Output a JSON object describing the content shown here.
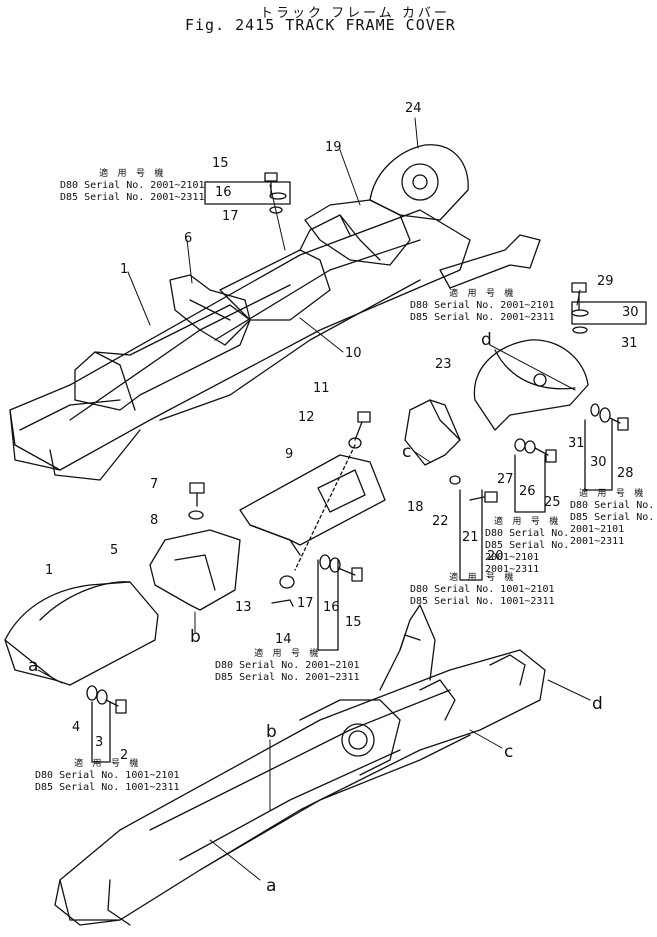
{
  "title": {
    "japanese": "トラック フレーム カバー",
    "english": "Fig.  2415 TRACK FRAME COVER"
  },
  "callouts": [
    {
      "id": "c15a",
      "text": "15"
    },
    {
      "id": "c16a",
      "text": "16"
    },
    {
      "id": "c17a",
      "text": "17"
    },
    {
      "id": "c19",
      "text": "19"
    },
    {
      "id": "c24",
      "text": "24"
    },
    {
      "id": "c6",
      "text": "6"
    },
    {
      "id": "c1a",
      "text": "1"
    },
    {
      "id": "c10",
      "text": "10"
    },
    {
      "id": "c29",
      "text": "29"
    },
    {
      "id": "c30a",
      "text": "30"
    },
    {
      "id": "c31a",
      "text": "31"
    },
    {
      "id": "c23",
      "text": "23"
    },
    {
      "id": "c11",
      "text": "11"
    },
    {
      "id": "c12",
      "text": "12"
    },
    {
      "id": "c9",
      "text": "9"
    },
    {
      "id": "c7",
      "text": "7"
    },
    {
      "id": "c8",
      "text": "8"
    },
    {
      "id": "c5",
      "text": "5"
    },
    {
      "id": "c13",
      "text": "13"
    },
    {
      "id": "c14",
      "text": "14"
    },
    {
      "id": "c17b",
      "text": "17"
    },
    {
      "id": "c16b",
      "text": "16"
    },
    {
      "id": "c15b",
      "text": "15"
    },
    {
      "id": "c18",
      "text": "18"
    },
    {
      "id": "c22",
      "text": "22"
    },
    {
      "id": "c21",
      "text": "21"
    },
    {
      "id": "c20",
      "text": "20"
    },
    {
      "id": "c27",
      "text": "27"
    },
    {
      "id": "c26",
      "text": "26"
    },
    {
      "id": "c25",
      "text": "25"
    },
    {
      "id": "c31b",
      "text": "31"
    },
    {
      "id": "c30b",
      "text": "30"
    },
    {
      "id": "c28",
      "text": "28"
    },
    {
      "id": "c1b",
      "text": "1"
    },
    {
      "id": "c4",
      "text": "4"
    },
    {
      "id": "c3",
      "text": "3"
    },
    {
      "id": "c2",
      "text": "2"
    }
  ],
  "letters": {
    "d_top": "d",
    "c_mid": "c",
    "b_mid": "b",
    "a_left": "a",
    "b_low": "b",
    "d_low": "d",
    "c_low": "c",
    "a_low": "a"
  },
  "notes": {
    "heading": "適 用 号 機",
    "n1": {
      "l1": "D80 Serial No. 2001~2101",
      "l2": "D85 Serial No. 2001~2311"
    },
    "n2": {
      "l1": "D80 Serial No. 2001~2101",
      "l2": "D85 Serial No. 2001~2311"
    },
    "n3": {
      "l1": "D80 Serial No.",
      "l2": "D85 Serial No.",
      "l3": "2001~2101",
      "l4": "2001~2311"
    },
    "n4": {
      "l1": "D80 Serial No.",
      "l2": "D85 Serial No.",
      "l3": "2001~2101",
      "l4": "2001~2311"
    },
    "n5": {
      "l1": "D80 Serial No. 1001~2101",
      "l2": "D85 Serial No. 1001~2311"
    },
    "n6": {
      "l1": "D80 Serial No. 2001~2101",
      "l2": "D85 Serial No. 2001~2311"
    },
    "n7": {
      "l1": "D80 Serial No. 1001~2101",
      "l2": "D85 Serial No. 1001~2311"
    }
  }
}
